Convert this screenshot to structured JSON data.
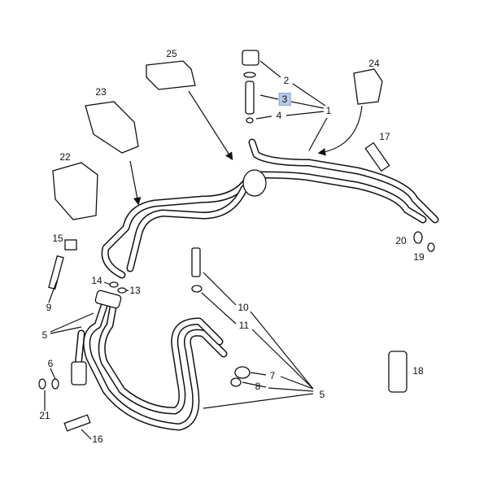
{
  "diagram": {
    "highlight_color": "#b9c9ea",
    "callouts": [
      {
        "id": "25",
        "text": "25"
      },
      {
        "id": "2",
        "text": "2"
      },
      {
        "id": "24",
        "text": "24"
      },
      {
        "id": "3",
        "text": "3",
        "highlighted": true
      },
      {
        "id": "1",
        "text": "1"
      },
      {
        "id": "4",
        "text": "4"
      },
      {
        "id": "23",
        "text": "23"
      },
      {
        "id": "17",
        "text": "17"
      },
      {
        "id": "22",
        "text": "22"
      },
      {
        "id": "15",
        "text": "15"
      },
      {
        "id": "20",
        "text": "20"
      },
      {
        "id": "19",
        "text": "19"
      },
      {
        "id": "14",
        "text": "14"
      },
      {
        "id": "13",
        "text": "13"
      },
      {
        "id": "9",
        "text": "9"
      },
      {
        "id": "10",
        "text": "10"
      },
      {
        "id": "11",
        "text": "11"
      },
      {
        "id": "5a",
        "text": "5"
      },
      {
        "id": "6",
        "text": "6"
      },
      {
        "id": "7",
        "text": "7"
      },
      {
        "id": "8",
        "text": "8"
      },
      {
        "id": "18",
        "text": "18"
      },
      {
        "id": "5b",
        "text": "5"
      },
      {
        "id": "21",
        "text": "21"
      },
      {
        "id": "16",
        "text": "16"
      }
    ]
  }
}
